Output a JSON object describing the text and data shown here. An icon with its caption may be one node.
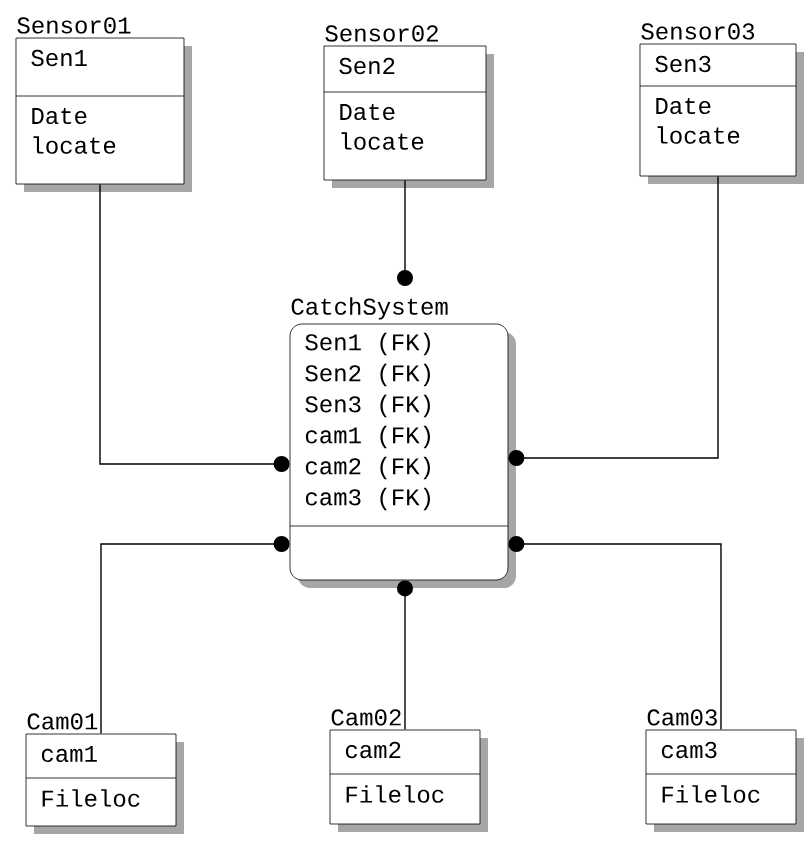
{
  "diagram": {
    "nodes": [
      {
        "text": [
          "Sensor01",
          "Sen1",
          "Date",
          "locate"
        ]
      },
      {
        "text": [
          "Sensor02",
          "Sen2",
          "Date",
          "locate"
        ]
      },
      {
        "text": [
          "Sensor03",
          "Sen3",
          "Date",
          "locate"
        ]
      },
      {
        "text": [
          "Cam01",
          "cam1",
          "Fileloc"
        ]
      },
      {
        "text": [
          "Cam02",
          "cam2",
          "Fileloc"
        ]
      },
      {
        "text": [
          "Cam03",
          "cam3",
          "Fileloc"
        ]
      },
      {
        "text": [
          "CatchSystem",
          "Sen1 (FK)",
          "Sen2 (FK)",
          "Sen3 (FK)",
          "cam1 (FK)",
          "cam2 (FK)",
          "cam3 (FK)"
        ]
      }
    ],
    "edges": [
      {
        "from": 0,
        "to": 6,
        "arrow": "other"
      },
      {
        "from": 1,
        "to": 6,
        "arrow": "other"
      },
      {
        "from": 2,
        "to": 6,
        "arrow": "other"
      },
      {
        "from": 3,
        "to": 6,
        "arrow": "other"
      },
      {
        "from": 4,
        "to": 6,
        "arrow": "other"
      },
      {
        "from": 5,
        "to": 6,
        "arrow": "other"
      }
    ]
  }
}
